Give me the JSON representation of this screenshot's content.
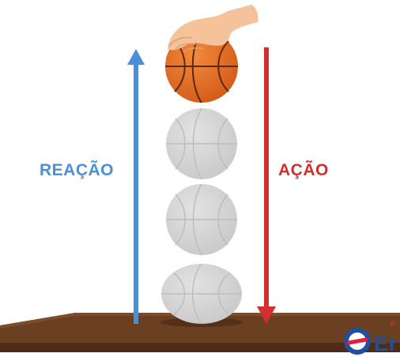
{
  "labels": {
    "reaction": "REAÇÃO",
    "action": "AÇÃO"
  },
  "logo": {
    "text": "Er",
    "small": "P"
  },
  "colors": {
    "reaction": "#4a90d9",
    "action": "#d32f2f",
    "ball": "#e8702a",
    "ghost_ball": "#d6d6d6",
    "floor": "#6b3f22",
    "logo_blue": "#1e4fa0",
    "logo_red": "#e0203a"
  },
  "icons": [
    "hand-icon",
    "basketball-icon",
    "up-arrow-icon",
    "down-arrow-icon",
    "logo-icon"
  ]
}
